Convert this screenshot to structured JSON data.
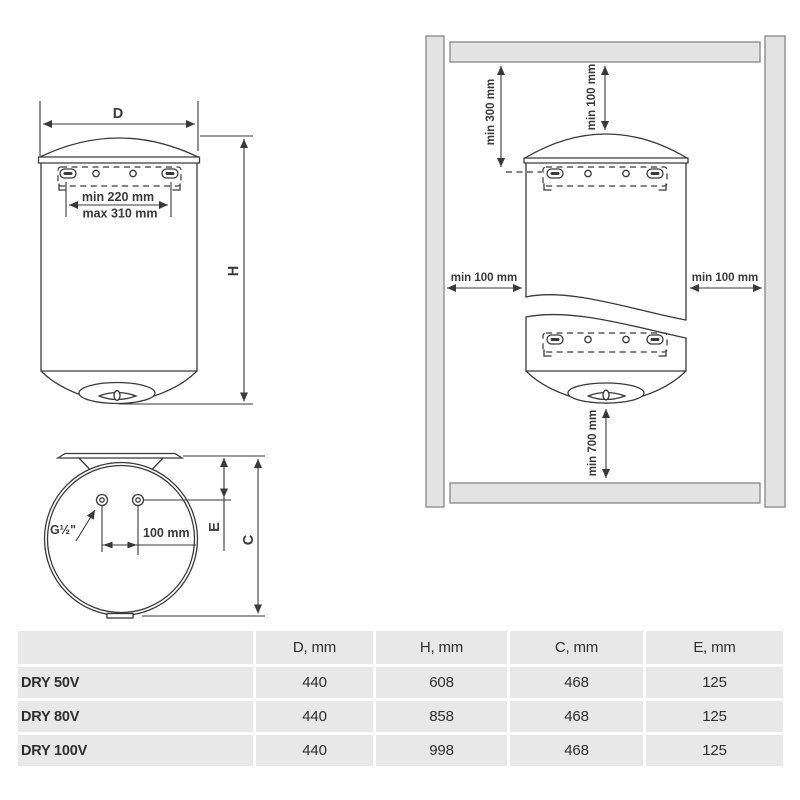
{
  "front_view": {
    "d_label": "D",
    "h_label": "H",
    "bracket_min_spacing": "min 220 mm",
    "bracket_max_spacing": "max 310 mm"
  },
  "bottom_view": {
    "thread_label": "G½\"",
    "pipe_spacing": "100 mm",
    "e_label": "E",
    "c_label": "C"
  },
  "installation_view": {
    "ceiling_to_bracket": "min 300 mm",
    "ceiling_clearance": "min 100 mm",
    "left_clearance": "min 100 mm",
    "right_clearance": "min 100 mm",
    "floor_clearance": "min 700 mm"
  },
  "table": {
    "headers": [
      "",
      "D, mm",
      "H, mm",
      "C, mm",
      "E, mm"
    ],
    "rows": [
      {
        "model": "DRY 50V",
        "values": [
          "440",
          "608",
          "468",
          "125"
        ]
      },
      {
        "model": "DRY 80V",
        "values": [
          "440",
          "858",
          "468",
          "125"
        ]
      },
      {
        "model": "DRY 100V",
        "values": [
          "440",
          "998",
          "468",
          "125"
        ]
      }
    ]
  },
  "colors": {
    "line": "#3a3a3a",
    "wall_fill": "#e3e3e3",
    "wall_stroke": "#8f8f8f",
    "table_cell_bg": "#e8e8e8",
    "table_text": "#2e2e2e"
  }
}
